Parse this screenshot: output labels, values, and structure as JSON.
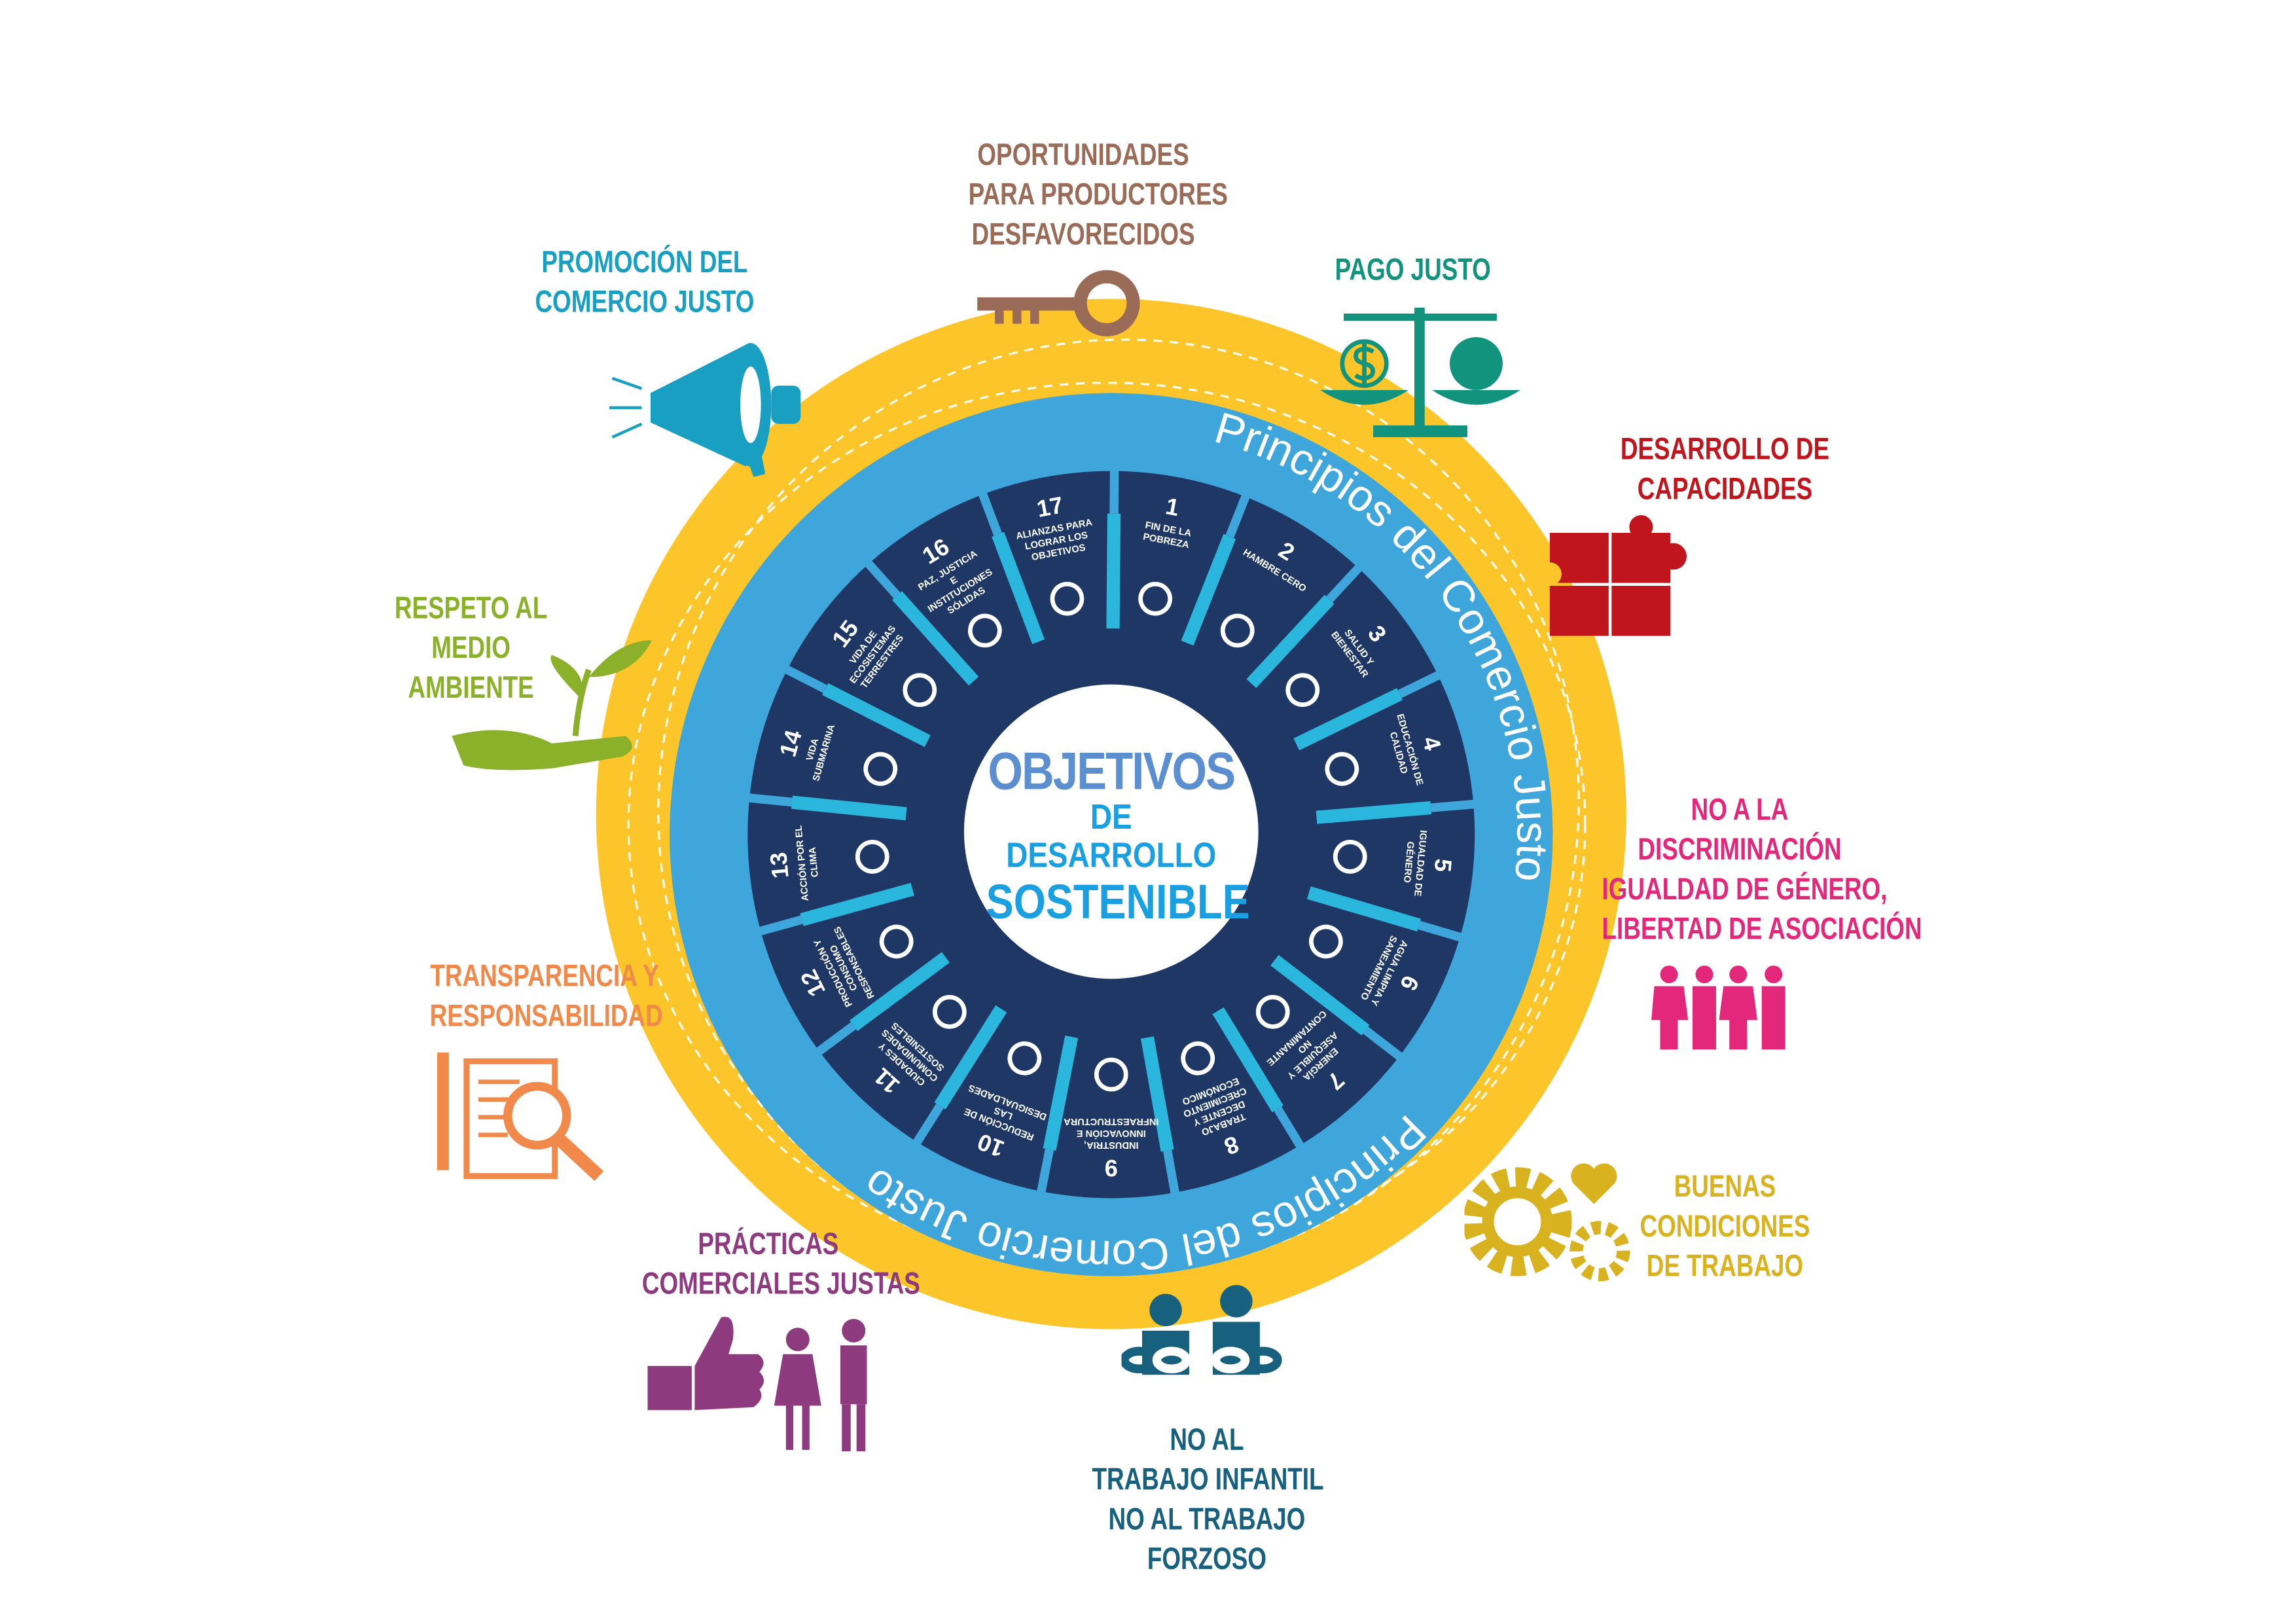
{
  "center": {
    "line1": "OBJETIVOS",
    "line2": "DE DESARROLLO",
    "line3": "SOSTENIBLE"
  },
  "ring_text": "Principios del Comercio Justo",
  "sdgs": [
    {
      "num": "1",
      "label": "FIN DE LA POBREZA"
    },
    {
      "num": "2",
      "label": "HAMBRE CERO"
    },
    {
      "num": "3",
      "label": "SALUD Y BIENESTAR"
    },
    {
      "num": "4",
      "label": "EDUCACIÓN DE CALIDAD"
    },
    {
      "num": "5",
      "label": "IGUALDAD DE GÉNERO"
    },
    {
      "num": "6",
      "label": "AGUA LIMPIA Y SANEAMIENTO"
    },
    {
      "num": "7",
      "label": "ENERGÍA ASEQUIBLE Y NO CONTAMINANTE"
    },
    {
      "num": "8",
      "label": "TRABAJO DECENTE Y CRECIMIENTO ECONÓMICO"
    },
    {
      "num": "9",
      "label": "INDUSTRIA, INNOVACIÓN E INFRAESTRUCTURA"
    },
    {
      "num": "10",
      "label": "REDUCCIÓN DE LAS DESIGUALDADES"
    },
    {
      "num": "11",
      "label": "CIUDADES Y COMUNIDADES SOSTENIBLES"
    },
    {
      "num": "12",
      "label": "PRODUCCIÓN Y CONSUMO RESPONSABLES"
    },
    {
      "num": "13",
      "label": "ACCIÓN POR EL CLIMA"
    },
    {
      "num": "14",
      "label": "VIDA SUBMARINA"
    },
    {
      "num": "15",
      "label": "VIDA DE ECOSISTEMAS TERRESTRES"
    },
    {
      "num": "16",
      "label": "PAZ, JUSTICIA E INSTITUCIONES SÓLIDAS"
    },
    {
      "num": "17",
      "label": "ALIANZAS PARA LOGRAR LOS OBJETIVOS"
    }
  ],
  "principles": {
    "oportunidades": {
      "lines": [
        "OPORTUNIDADES",
        "PARA PRODUCTORES",
        "DESFAVORECIDOS"
      ],
      "color": "#9a6b57",
      "icon": "key-icon"
    },
    "promocion": {
      "lines": [
        "PROMOCIÓN DEL",
        "COMERCIO JUSTO"
      ],
      "color": "#189fc2",
      "icon": "megaphone-icon"
    },
    "pago": {
      "lines": [
        "PAGO JUSTO"
      ],
      "color": "#12937e",
      "icon": "balance-scale-icon"
    },
    "capacidades": {
      "lines": [
        "DESARROLLO DE",
        "CAPACIDADES"
      ],
      "color": "#c0151c",
      "icon": "puzzle-icon"
    },
    "ambiente": {
      "lines": [
        "RESPETO AL",
        "MEDIO",
        "AMBIENTE"
      ],
      "color": "#8bb12a",
      "icon": "hand-plant-icon"
    },
    "discriminacion": {
      "lines": [
        "NO A LA",
        "DISCRIMINACIÓN",
        "IGUALDAD DE GÉNERO,",
        "LIBERTAD DE ASOCIACIÓN"
      ],
      "color": "#e3287b",
      "icon": "people-icon"
    },
    "transparencia": {
      "lines": [
        "TRANSPARENCIA Y",
        "RESPONSABILIDAD"
      ],
      "color": "#f0894a",
      "icon": "document-search-icon"
    },
    "condiciones": {
      "lines": [
        "BUENAS",
        "CONDICIONES",
        "DE TRABAJO"
      ],
      "color": "#d9b21f",
      "icon": "gears-heart-icon"
    },
    "practicas": {
      "lines": [
        "PRÁCTICAS",
        "COMERCIALES JUSTAS"
      ],
      "color": "#8d3b7e",
      "icon": "thumbs-up-people-icon"
    },
    "infantil": {
      "lines": [
        "NO AL",
        "TRABAJO INFANTIL",
        "NO AL TRABAJO",
        "FORZOSO"
      ],
      "color": "#17617f",
      "icon": "broken-chain-icon"
    }
  },
  "colors": {
    "yellow": "#fcc52a",
    "light_blue": "#3fa6dc",
    "dark_blue": "#1e3765",
    "cyan": "#2bb6dd"
  }
}
